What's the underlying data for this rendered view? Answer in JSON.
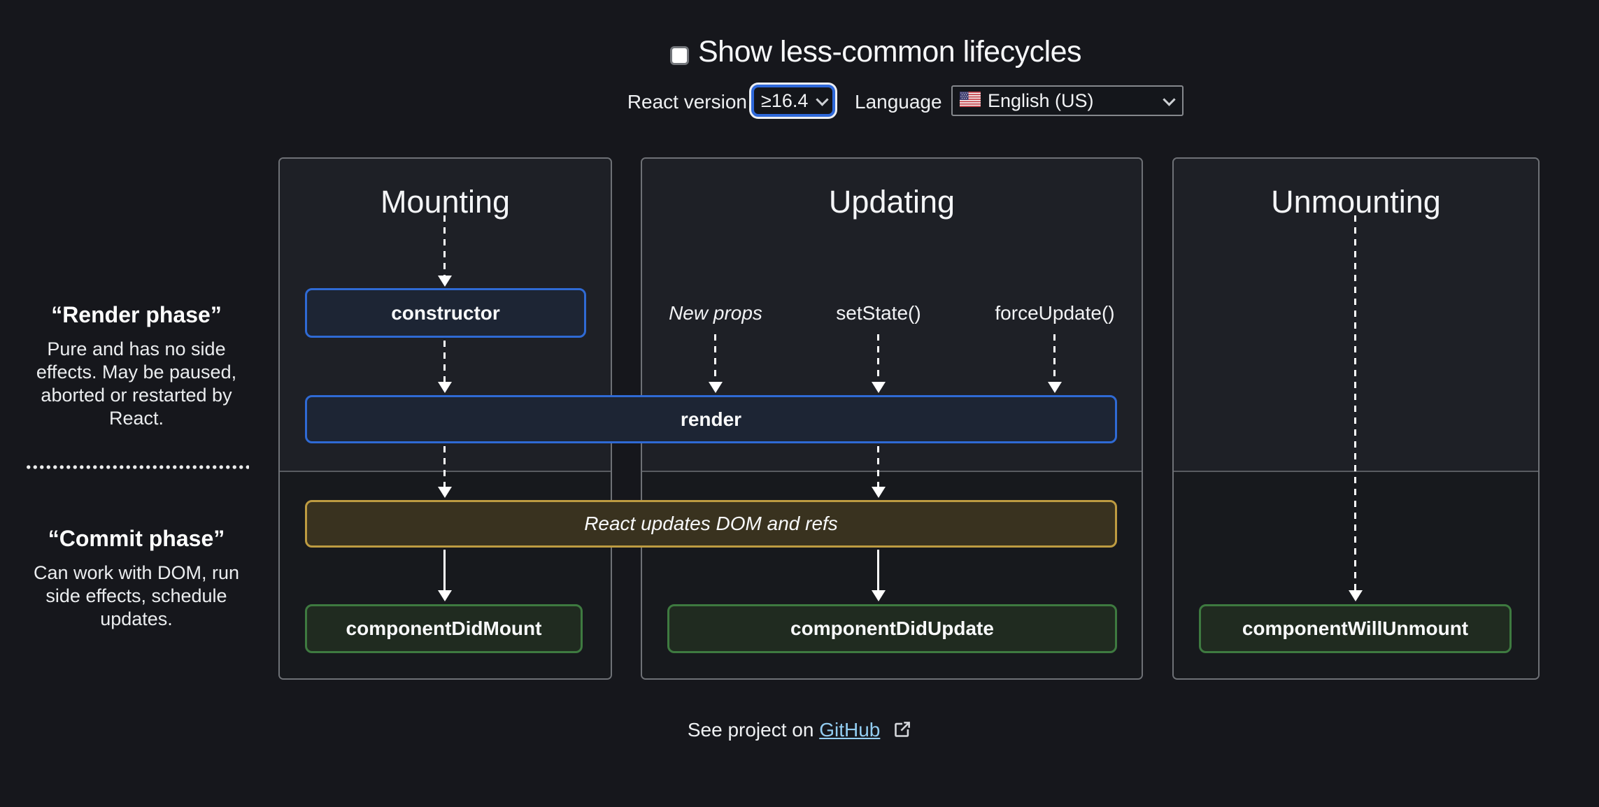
{
  "header": {
    "toggle_label": "Show less-common lifecycles",
    "react_version_label": "React version",
    "react_version_value": "≥16.4",
    "language_label": "Language",
    "language_value": "English (US)"
  },
  "phases": {
    "render": {
      "title": "“Render phase”",
      "description": "Pure and has no side effects. May be paused, aborted or restarted by React."
    },
    "commit": {
      "title": "“Commit phase”",
      "description": "Can work with DOM, run side effects, schedule updates."
    }
  },
  "columns": {
    "mounting": {
      "title": "Mounting"
    },
    "updating": {
      "title": "Updating"
    },
    "unmounting": {
      "title": "Unmounting"
    }
  },
  "nodes": {
    "constructor": "constructor",
    "render": "render",
    "react_updates": "React updates DOM and refs",
    "component_did_mount": "componentDidMount",
    "component_did_update": "componentDidUpdate",
    "component_will_unmount": "componentWillUnmount"
  },
  "update_triggers": {
    "new_props": "New props",
    "set_state": "setState()",
    "force_update": "forceUpdate()"
  },
  "footer": {
    "text": "See project on",
    "link_label": "GitHub"
  },
  "colors": {
    "background": "#16171c",
    "panel_render_band": "#1e2026",
    "panel_commit_band": "#17191d",
    "panel_border": "#6e7176",
    "accent_blue": "#2f6ad4",
    "accent_yellow": "#bd9b41",
    "accent_green": "#3e7a40",
    "focus_ring_blue": "#2e68d9",
    "link_blue": "#93cdf1"
  }
}
